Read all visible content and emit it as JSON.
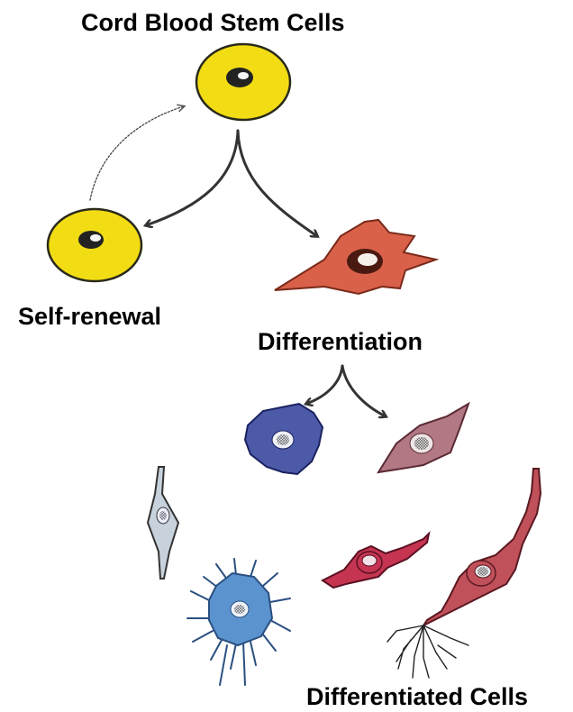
{
  "labels": {
    "title": "Cord Blood Stem Cells",
    "self_renewal": "Self-renewal",
    "differentiation": "Differentiation",
    "differentiated_cells": "Differentiated Cells"
  },
  "colors": {
    "stem_cell": "#f2dc14",
    "progenitor": "#d9614a",
    "blue_cell": "#4c5aa8",
    "mauve_cell": "#b27883",
    "spindle_cell": "#c7d2dc",
    "astrocyte": "#5b93cf",
    "red_cell": "#c53551",
    "neuron": "#c0505a"
  }
}
